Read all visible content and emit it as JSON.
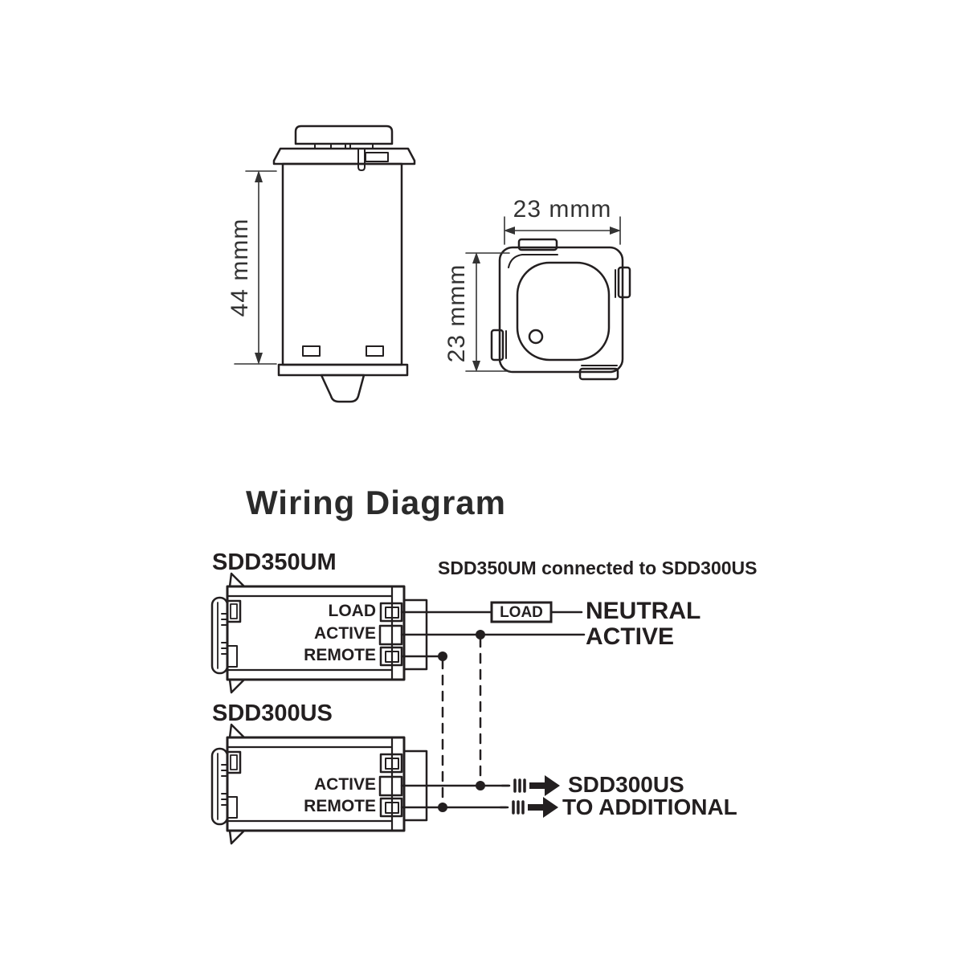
{
  "page": {
    "background_color": "#ffffff",
    "ink_color": "#231f20"
  },
  "dimensions_view": {
    "side_height_label": "44 mmm",
    "top_width_label": "23 mmm",
    "top_height_label": "23 mmm"
  },
  "wiring_diagram": {
    "title": "Wiring Diagram",
    "subtitle": "SDD350UM connected to SDD300US",
    "device_top": {
      "name": "SDD350UM",
      "terminal_labels": [
        "LOAD",
        "ACTIVE",
        "REMOTE"
      ]
    },
    "device_bottom": {
      "name": "SDD300US",
      "terminal_labels": [
        "ACTIVE",
        "REMOTE"
      ]
    },
    "load_box_label": "LOAD",
    "supply_labels": {
      "neutral": "NEUTRAL",
      "active": "ACTIVE"
    },
    "output_label_line1": "SDD300US",
    "output_label_line2": "TO ADDITIONAL"
  }
}
